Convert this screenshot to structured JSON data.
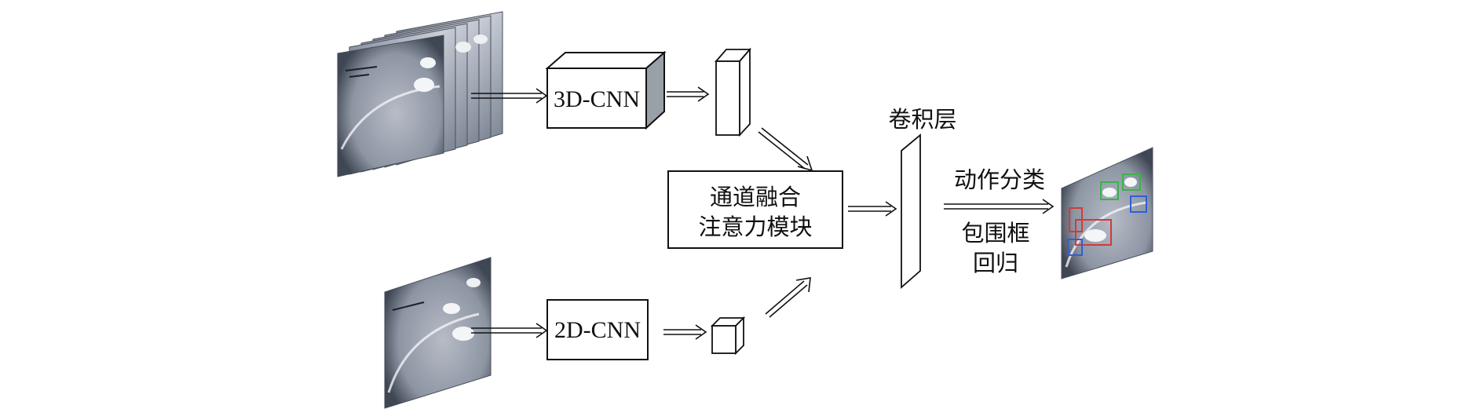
{
  "diagram": {
    "nodes": {
      "cnn3d": "3D-CNN",
      "cnn2d": "2D-CNN",
      "fusion_line1": "通道融合",
      "fusion_line2": "注意力模块",
      "conv_layer": "卷积层",
      "action_classification": "动作分类",
      "bbox_line1": "包围框",
      "bbox_line2": "回归"
    },
    "inputs": {
      "video_clip": "stacked video frames (pig pen, overhead camera)",
      "key_frame": "single key frame (pig pen, overhead camera)"
    },
    "output": "detection result frame with colored bounding boxes",
    "colors": {
      "stroke": "#111111",
      "frame_dark": "#5a6170",
      "frame_mid": "#8a93a3",
      "frame_light": "#d9dde4",
      "box_red": "#d23a3a",
      "box_green": "#3bb34a",
      "box_blue": "#2e5fd6"
    }
  }
}
